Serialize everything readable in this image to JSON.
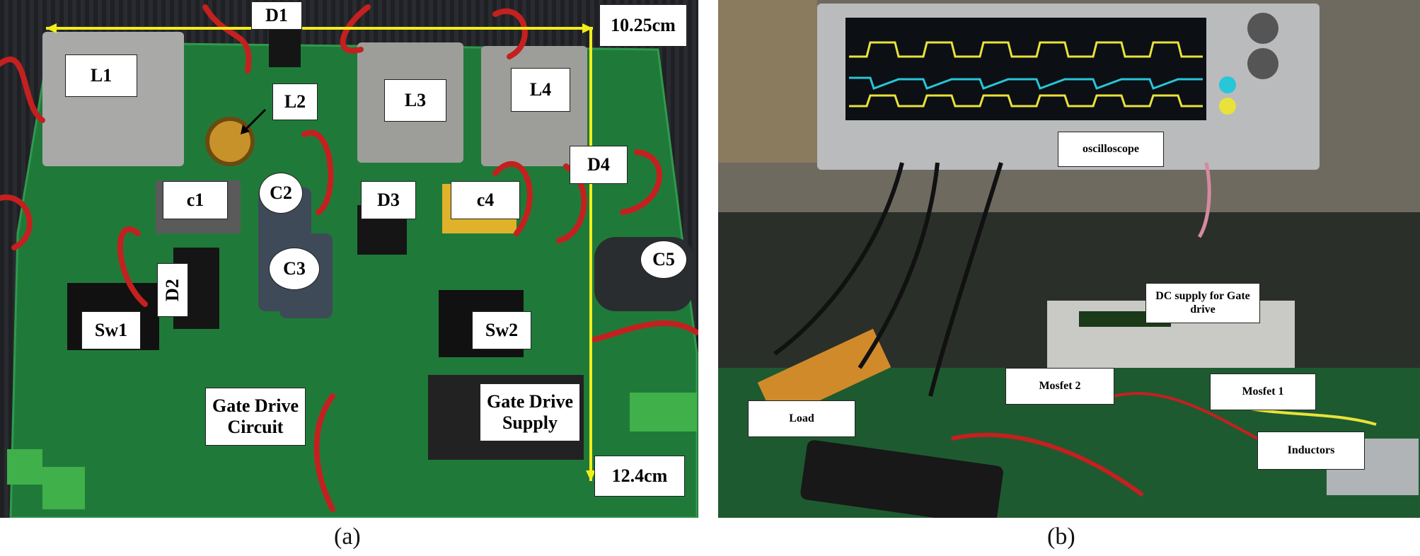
{
  "panel_a": {
    "caption": "(a)",
    "dimension_width": "10.25cm",
    "dimension_height": "12.4cm",
    "labels": {
      "L1": "L1",
      "D1": "D1",
      "L2": "L2",
      "L3": "L3",
      "L4": "L4",
      "c1": "c1",
      "C2": "C2",
      "D3": "D3",
      "c4": "c4",
      "D4": "D4",
      "C3": "C3",
      "C5": "C5",
      "D2": "D2",
      "Sw1": "Sw1",
      "Sw2": "Sw2",
      "gate_drive_circuit": "Gate Drive Circuit",
      "gate_drive_supply": "Gate Drive Supply"
    },
    "colors": {
      "pcb": "#1f7a3a",
      "dimension_arrow": "#f2ee1a",
      "wire": "#c42020"
    }
  },
  "panel_b": {
    "caption": "(b)",
    "labels": {
      "oscilloscope": "oscilloscope",
      "dc_supply": "DC supply for Gate drive",
      "mosfet2": "Mosfet 2",
      "mosfet1": "Mosfet 1",
      "load": "Load",
      "inductors": "Inductors"
    },
    "colors": {
      "trace_yellow": "#e8e23a",
      "trace_cyan": "#27c6d8"
    }
  }
}
